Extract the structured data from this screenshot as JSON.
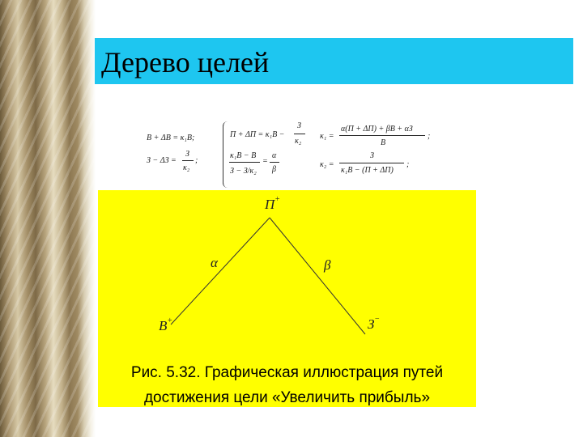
{
  "slide": {
    "title": "Дерево целей"
  },
  "formulas": {
    "left_line1": "B + ΔB = κ₁B;",
    "left_line2a": "З − ΔЗ =",
    "left_line2_num": "З",
    "left_line2_den": "κ₂",
    "left_line2_end": ";",
    "sys_line1a": "П + ΔП = κ₁B −",
    "sys_line1_num": "З",
    "sys_line1_den": "κ₂",
    "sys_line2_num": "κ₁B − B",
    "sys_line2_den": "З − З/κ₂",
    "sys_line2_eq": "=",
    "sys_line2_rnum": "α",
    "sys_line2_rden": "β",
    "k1_lhs": "κ₁ =",
    "k1_num": "α(П + ΔП) + βB + αЗ",
    "k1_den": "B",
    "k1_end": ";",
    "k2_lhs": "κ₂ =",
    "k2_num": "З",
    "k2_den": "κ₁B − (П + ΔП)",
    "k2_end": ";"
  },
  "figure": {
    "node_top": "П",
    "node_top_sup": "+",
    "node_left": "B",
    "node_left_sup": "+",
    "node_right": "З",
    "node_right_sup": "−",
    "edge_left": "α",
    "edge_right": "β",
    "caption_line1": "Рис. 5.32. Графическая иллюстрация путей",
    "caption_line2": "достижения цели «Увеличить прибыль»"
  },
  "colors": {
    "title_bg": "#1ec6f0",
    "figure_bg": "#ffff00"
  }
}
